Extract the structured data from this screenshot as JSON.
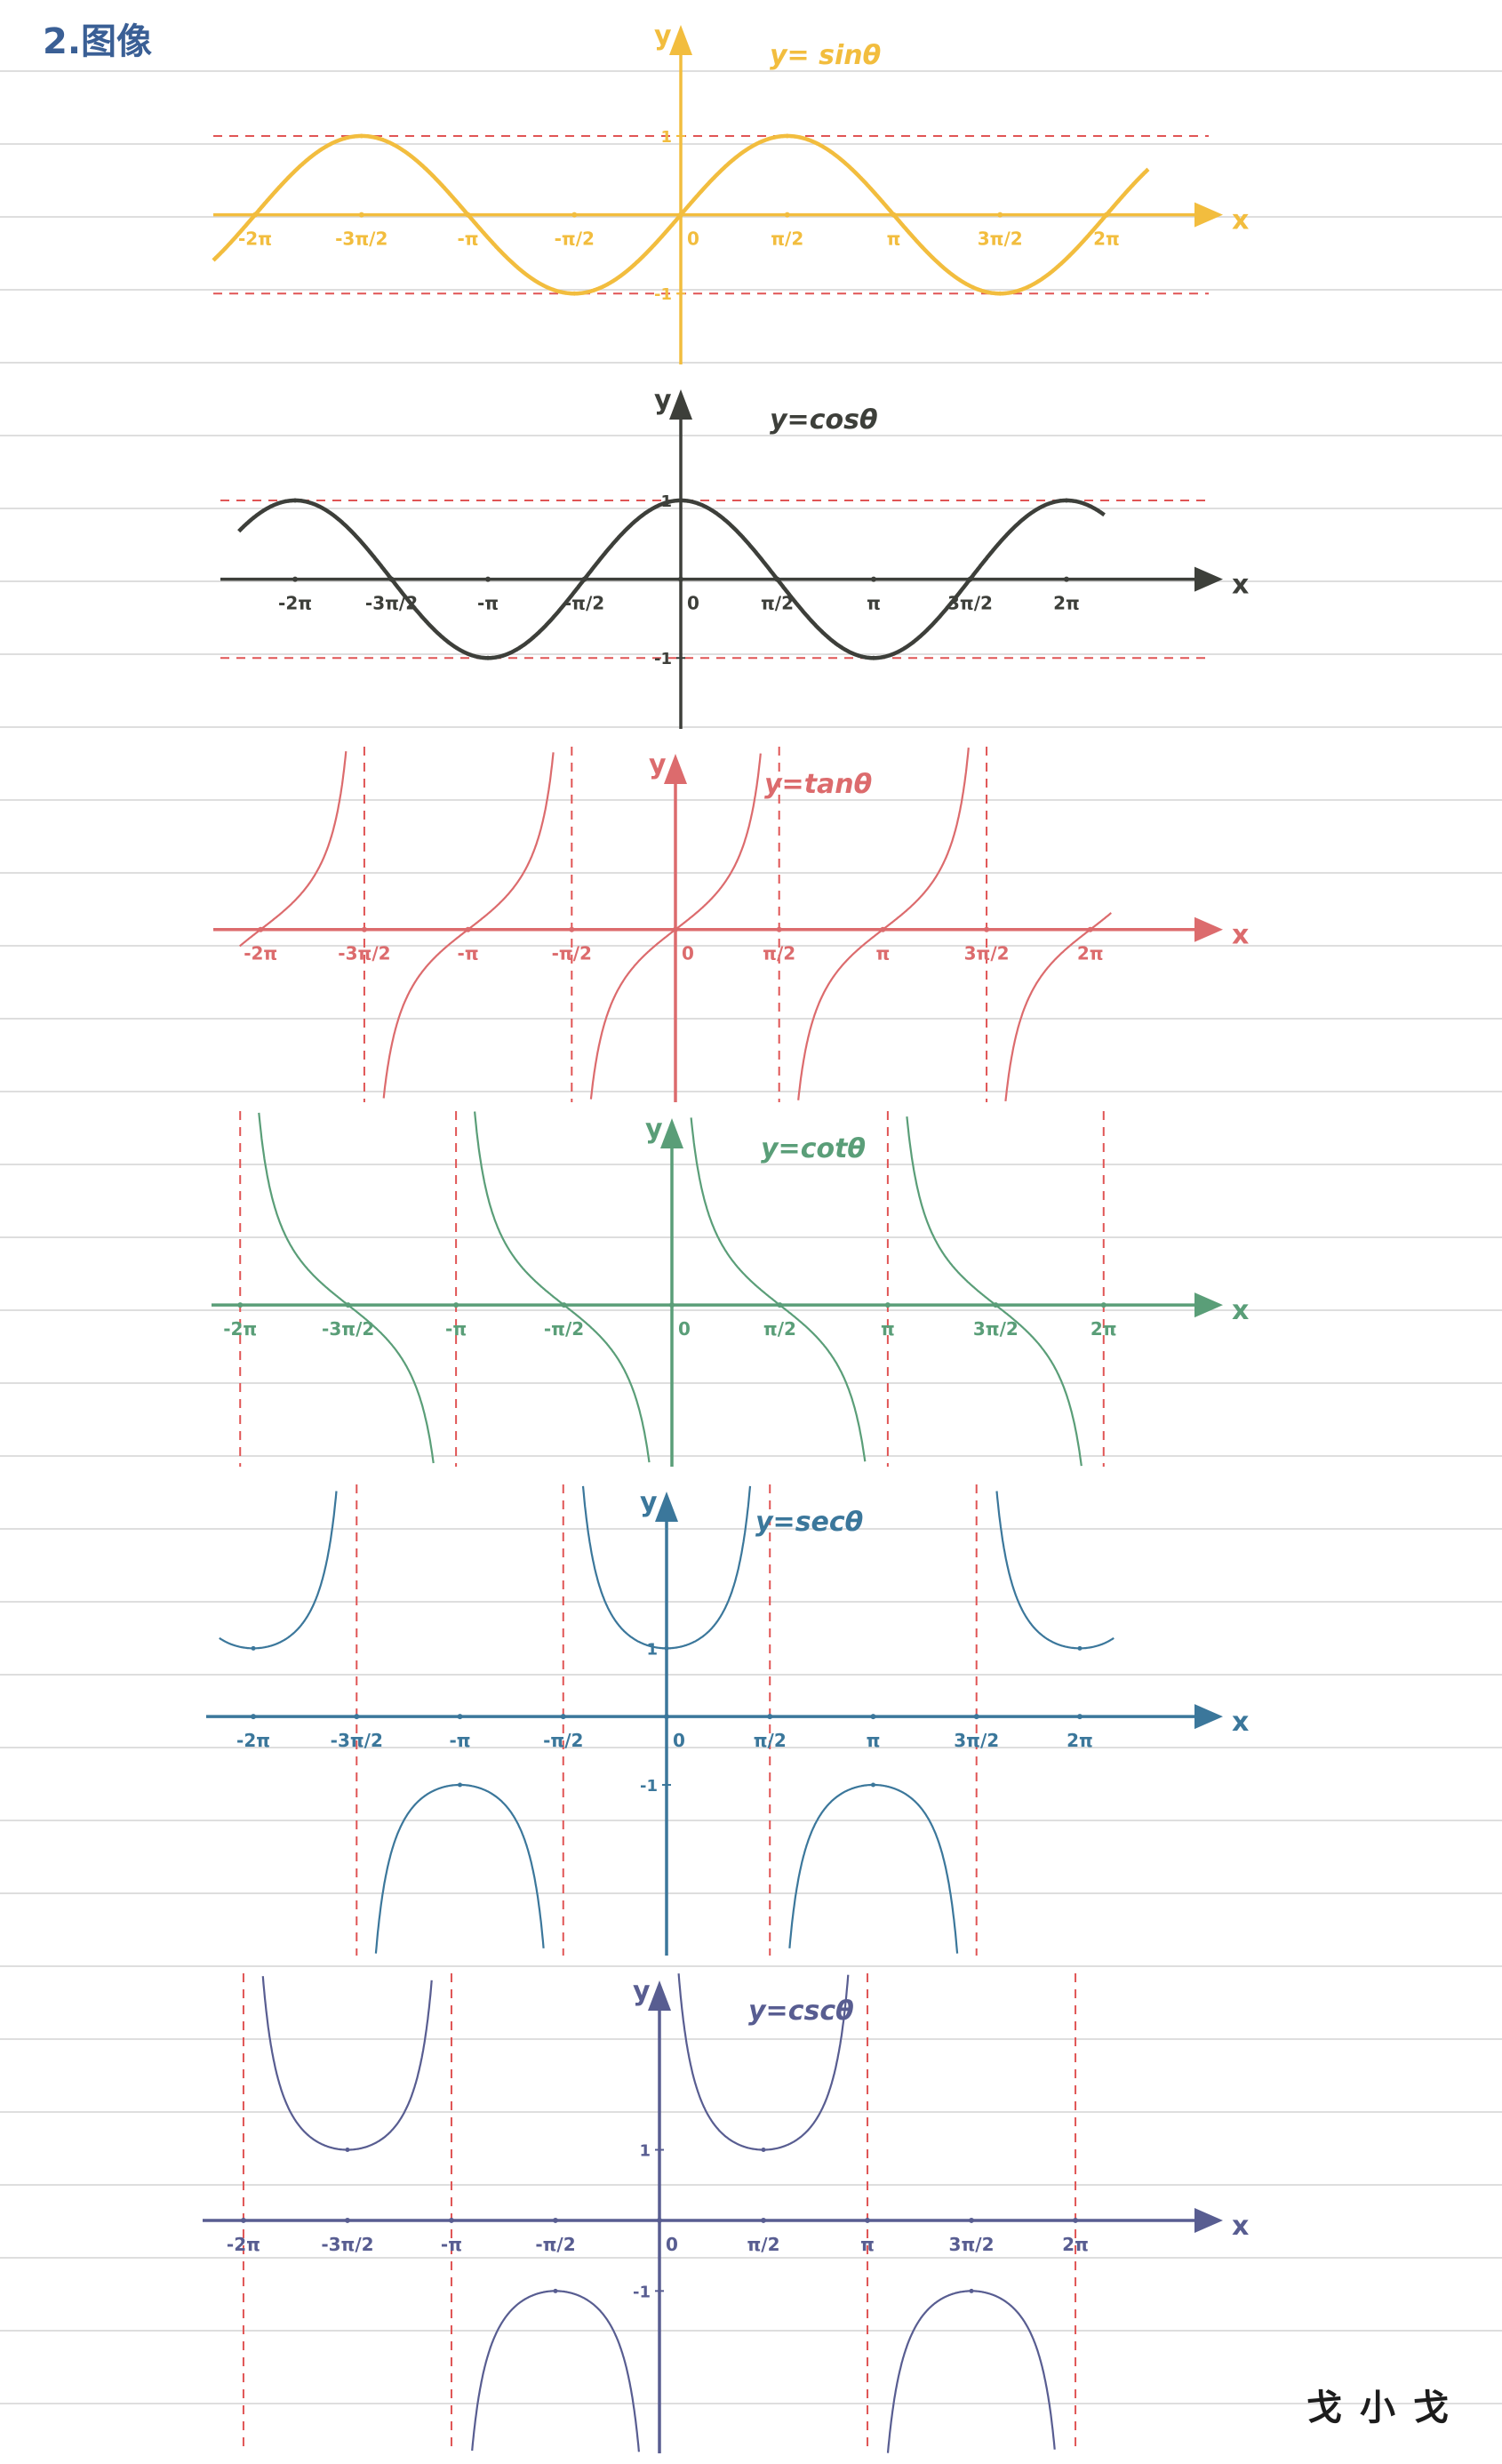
{
  "page": {
    "heading": "2.图像",
    "signature": "戈小戈"
  },
  "charts": [
    {
      "function": "sin",
      "title": "y= sinθ",
      "color": "#f2bd3e",
      "xlabel": "x",
      "ylabel": "y",
      "xlim": [
        -6.9,
        7.1
      ],
      "ylim": [
        -1.9,
        2.5
      ],
      "ticks": [
        {
          "x": -6.2832,
          "label": "-2π"
        },
        {
          "x": -4.7124,
          "label": "-3π/2"
        },
        {
          "x": -3.1416,
          "label": "-π"
        },
        {
          "x": -1.5708,
          "label": "-π/2"
        },
        {
          "x": 0,
          "label": "0"
        },
        {
          "x": 1.5708,
          "label": "π/2"
        },
        {
          "x": 3.1416,
          "label": "π"
        },
        {
          "x": 4.7124,
          "label": "3π/2"
        },
        {
          "x": 6.2832,
          "label": "2π"
        }
      ],
      "y_ticks": [
        {
          "y": 1,
          "label": "1"
        },
        {
          "y": -1,
          "label": "-1"
        }
      ],
      "guide_lines_y": [
        1,
        -1
      ],
      "asymptotes_x": [],
      "chart_data": {
        "type": "line",
        "x": [
          -6.2832,
          -4.7124,
          -3.1416,
          -1.5708,
          0,
          1.5708,
          3.1416,
          4.7124,
          6.2832
        ],
        "values": [
          0,
          1,
          0,
          -1,
          0,
          1,
          0,
          -1,
          0
        ],
        "domain": [
          -6.9,
          6.9
        ]
      }
    },
    {
      "function": "cos",
      "title": "y=cosθ",
      "color": "#3d3f3a",
      "xlabel": "x",
      "ylabel": "y",
      "xlim": [
        -7.5,
        7.1
      ],
      "ylim": [
        -1.9,
        2.5
      ],
      "ticks": [
        {
          "x": -6.2832,
          "label": "-2π"
        },
        {
          "x": -4.7124,
          "label": "-3π/2"
        },
        {
          "x": -3.1416,
          "label": "-π"
        },
        {
          "x": -1.5708,
          "label": "-π/2"
        },
        {
          "x": 0,
          "label": "0"
        },
        {
          "x": 1.5708,
          "label": "π/2"
        },
        {
          "x": 3.1416,
          "label": "π"
        },
        {
          "x": 4.7124,
          "label": "3π/2"
        },
        {
          "x": 6.2832,
          "label": "2π"
        }
      ],
      "y_ticks": [
        {
          "y": 1,
          "label": "1"
        },
        {
          "y": -1,
          "label": "-1"
        }
      ],
      "guide_lines_y": [
        1,
        -1
      ],
      "asymptotes_x": [],
      "chart_data": {
        "type": "line",
        "x": [
          -6.2832,
          -4.7124,
          -3.1416,
          -1.5708,
          0,
          1.5708,
          3.1416,
          4.7124,
          6.2832
        ],
        "values": [
          1,
          0,
          -1,
          0,
          1,
          0,
          -1,
          0,
          1
        ],
        "domain": [
          -7.2,
          6.9
        ]
      }
    },
    {
      "function": "tan",
      "title": "y=tanθ",
      "color": "#dc6b6d",
      "xlabel": "x",
      "ylabel": "y",
      "xlim": [
        -7.0,
        7.1
      ],
      "ylim": [
        -3.4,
        3.6
      ],
      "ticks": [
        {
          "x": -6.2832,
          "label": "-2π"
        },
        {
          "x": -4.7124,
          "label": "-3π/2"
        },
        {
          "x": -3.1416,
          "label": "-π"
        },
        {
          "x": -1.5708,
          "label": "-π/2"
        },
        {
          "x": 0,
          "label": "0"
        },
        {
          "x": 1.5708,
          "label": "π/2"
        },
        {
          "x": 3.1416,
          "label": "π"
        },
        {
          "x": 4.7124,
          "label": "3π/2"
        },
        {
          "x": 6.2832,
          "label": "2π"
        }
      ],
      "y_ticks": [],
      "guide_lines_y": [],
      "asymptotes_x": [
        -4.7124,
        -1.5708,
        1.5708,
        4.7124
      ],
      "chart_data": {
        "type": "line",
        "x": [
          -6.2832,
          -3.1416,
          0,
          3.1416,
          6.2832
        ],
        "values": [
          0,
          0,
          0,
          0,
          0
        ],
        "domain": [
          -6.6,
          6.6
        ]
      }
    },
    {
      "function": "cot",
      "title": "y=cotθ",
      "color": "#5a9e78",
      "xlabel": "x",
      "ylabel": "y",
      "xlim": [
        -6.7,
        7.2
      ],
      "ylim": [
        -3.0,
        3.6
      ],
      "ticks": [
        {
          "x": -6.2832,
          "label": "-2π"
        },
        {
          "x": -4.7124,
          "label": "-3π/2"
        },
        {
          "x": -3.1416,
          "label": "-π"
        },
        {
          "x": -1.5708,
          "label": "-π/2"
        },
        {
          "x": 0,
          "label": "0"
        },
        {
          "x": 1.5708,
          "label": "π/2"
        },
        {
          "x": 3.1416,
          "label": "π"
        },
        {
          "x": 4.7124,
          "label": "3π/2"
        },
        {
          "x": 6.2832,
          "label": "2π"
        }
      ],
      "y_ticks": [],
      "guide_lines_y": [],
      "asymptotes_x": [
        -6.2832,
        -3.1416,
        3.1416,
        6.2832
      ],
      "chart_data": {
        "type": "line",
        "x": [
          -4.7124,
          -1.5708,
          1.5708,
          4.7124
        ],
        "values": [
          0,
          0,
          0,
          0
        ],
        "domain": [
          -6.3,
          6.3
        ]
      }
    },
    {
      "function": "sec",
      "title": "y=secθ",
      "color": "#3b779b",
      "xlabel": "x",
      "ylabel": "y",
      "xlim": [
        -7.0,
        7.3
      ],
      "ylim": [
        -3.5,
        3.4
      ],
      "ticks": [
        {
          "x": -6.2832,
          "label": "-2π"
        },
        {
          "x": -4.7124,
          "label": "-3π/2"
        },
        {
          "x": -3.1416,
          "label": "-π"
        },
        {
          "x": -1.5708,
          "label": "-π/2"
        },
        {
          "x": 0,
          "label": "0"
        },
        {
          "x": 1.5708,
          "label": "π/2"
        },
        {
          "x": 3.1416,
          "label": "π"
        },
        {
          "x": 4.7124,
          "label": "3π/2"
        },
        {
          "x": 6.2832,
          "label": "2π"
        }
      ],
      "y_ticks": [
        {
          "y": 1,
          "label": "1"
        },
        {
          "y": -1,
          "label": "-1"
        }
      ],
      "guide_lines_y": [],
      "asymptotes_x": [
        -4.7124,
        -1.5708,
        1.5708,
        4.7124
      ],
      "chart_data": {
        "type": "line",
        "x": [
          -6.2832,
          -3.1416,
          0,
          3.1416,
          6.2832
        ],
        "values": [
          1,
          -1,
          1,
          -1,
          1
        ],
        "domain": [
          -6.8,
          6.8
        ]
      }
    },
    {
      "function": "csc",
      "title": "y=cscθ",
      "color": "#585d91",
      "xlabel": "x",
      "ylabel": "y",
      "xlim": [
        -6.9,
        7.3
      ],
      "ylim": [
        -3.3,
        3.5
      ],
      "ticks": [
        {
          "x": -6.2832,
          "label": "-2π"
        },
        {
          "x": -4.7124,
          "label": "-3π/2"
        },
        {
          "x": -3.1416,
          "label": "-π"
        },
        {
          "x": -1.5708,
          "label": "-π/2"
        },
        {
          "x": 0,
          "label": "0"
        },
        {
          "x": 1.5708,
          "label": "π/2"
        },
        {
          "x": 3.1416,
          "label": "π"
        },
        {
          "x": 4.7124,
          "label": "3π/2"
        },
        {
          "x": 6.2832,
          "label": "2π"
        }
      ],
      "y_ticks": [
        {
          "y": 1,
          "label": "1"
        },
        {
          "y": -1,
          "label": "-1"
        }
      ],
      "guide_lines_y": [],
      "asymptotes_x": [
        -6.2832,
        -3.1416,
        3.1416,
        6.2832
      ],
      "chart_data": {
        "type": "line",
        "x": [
          -4.7124,
          -1.5708,
          1.5708,
          4.7124
        ],
        "values": [
          1,
          -1,
          1,
          -1
        ],
        "domain": [
          -6.3,
          6.3
        ]
      }
    }
  ]
}
